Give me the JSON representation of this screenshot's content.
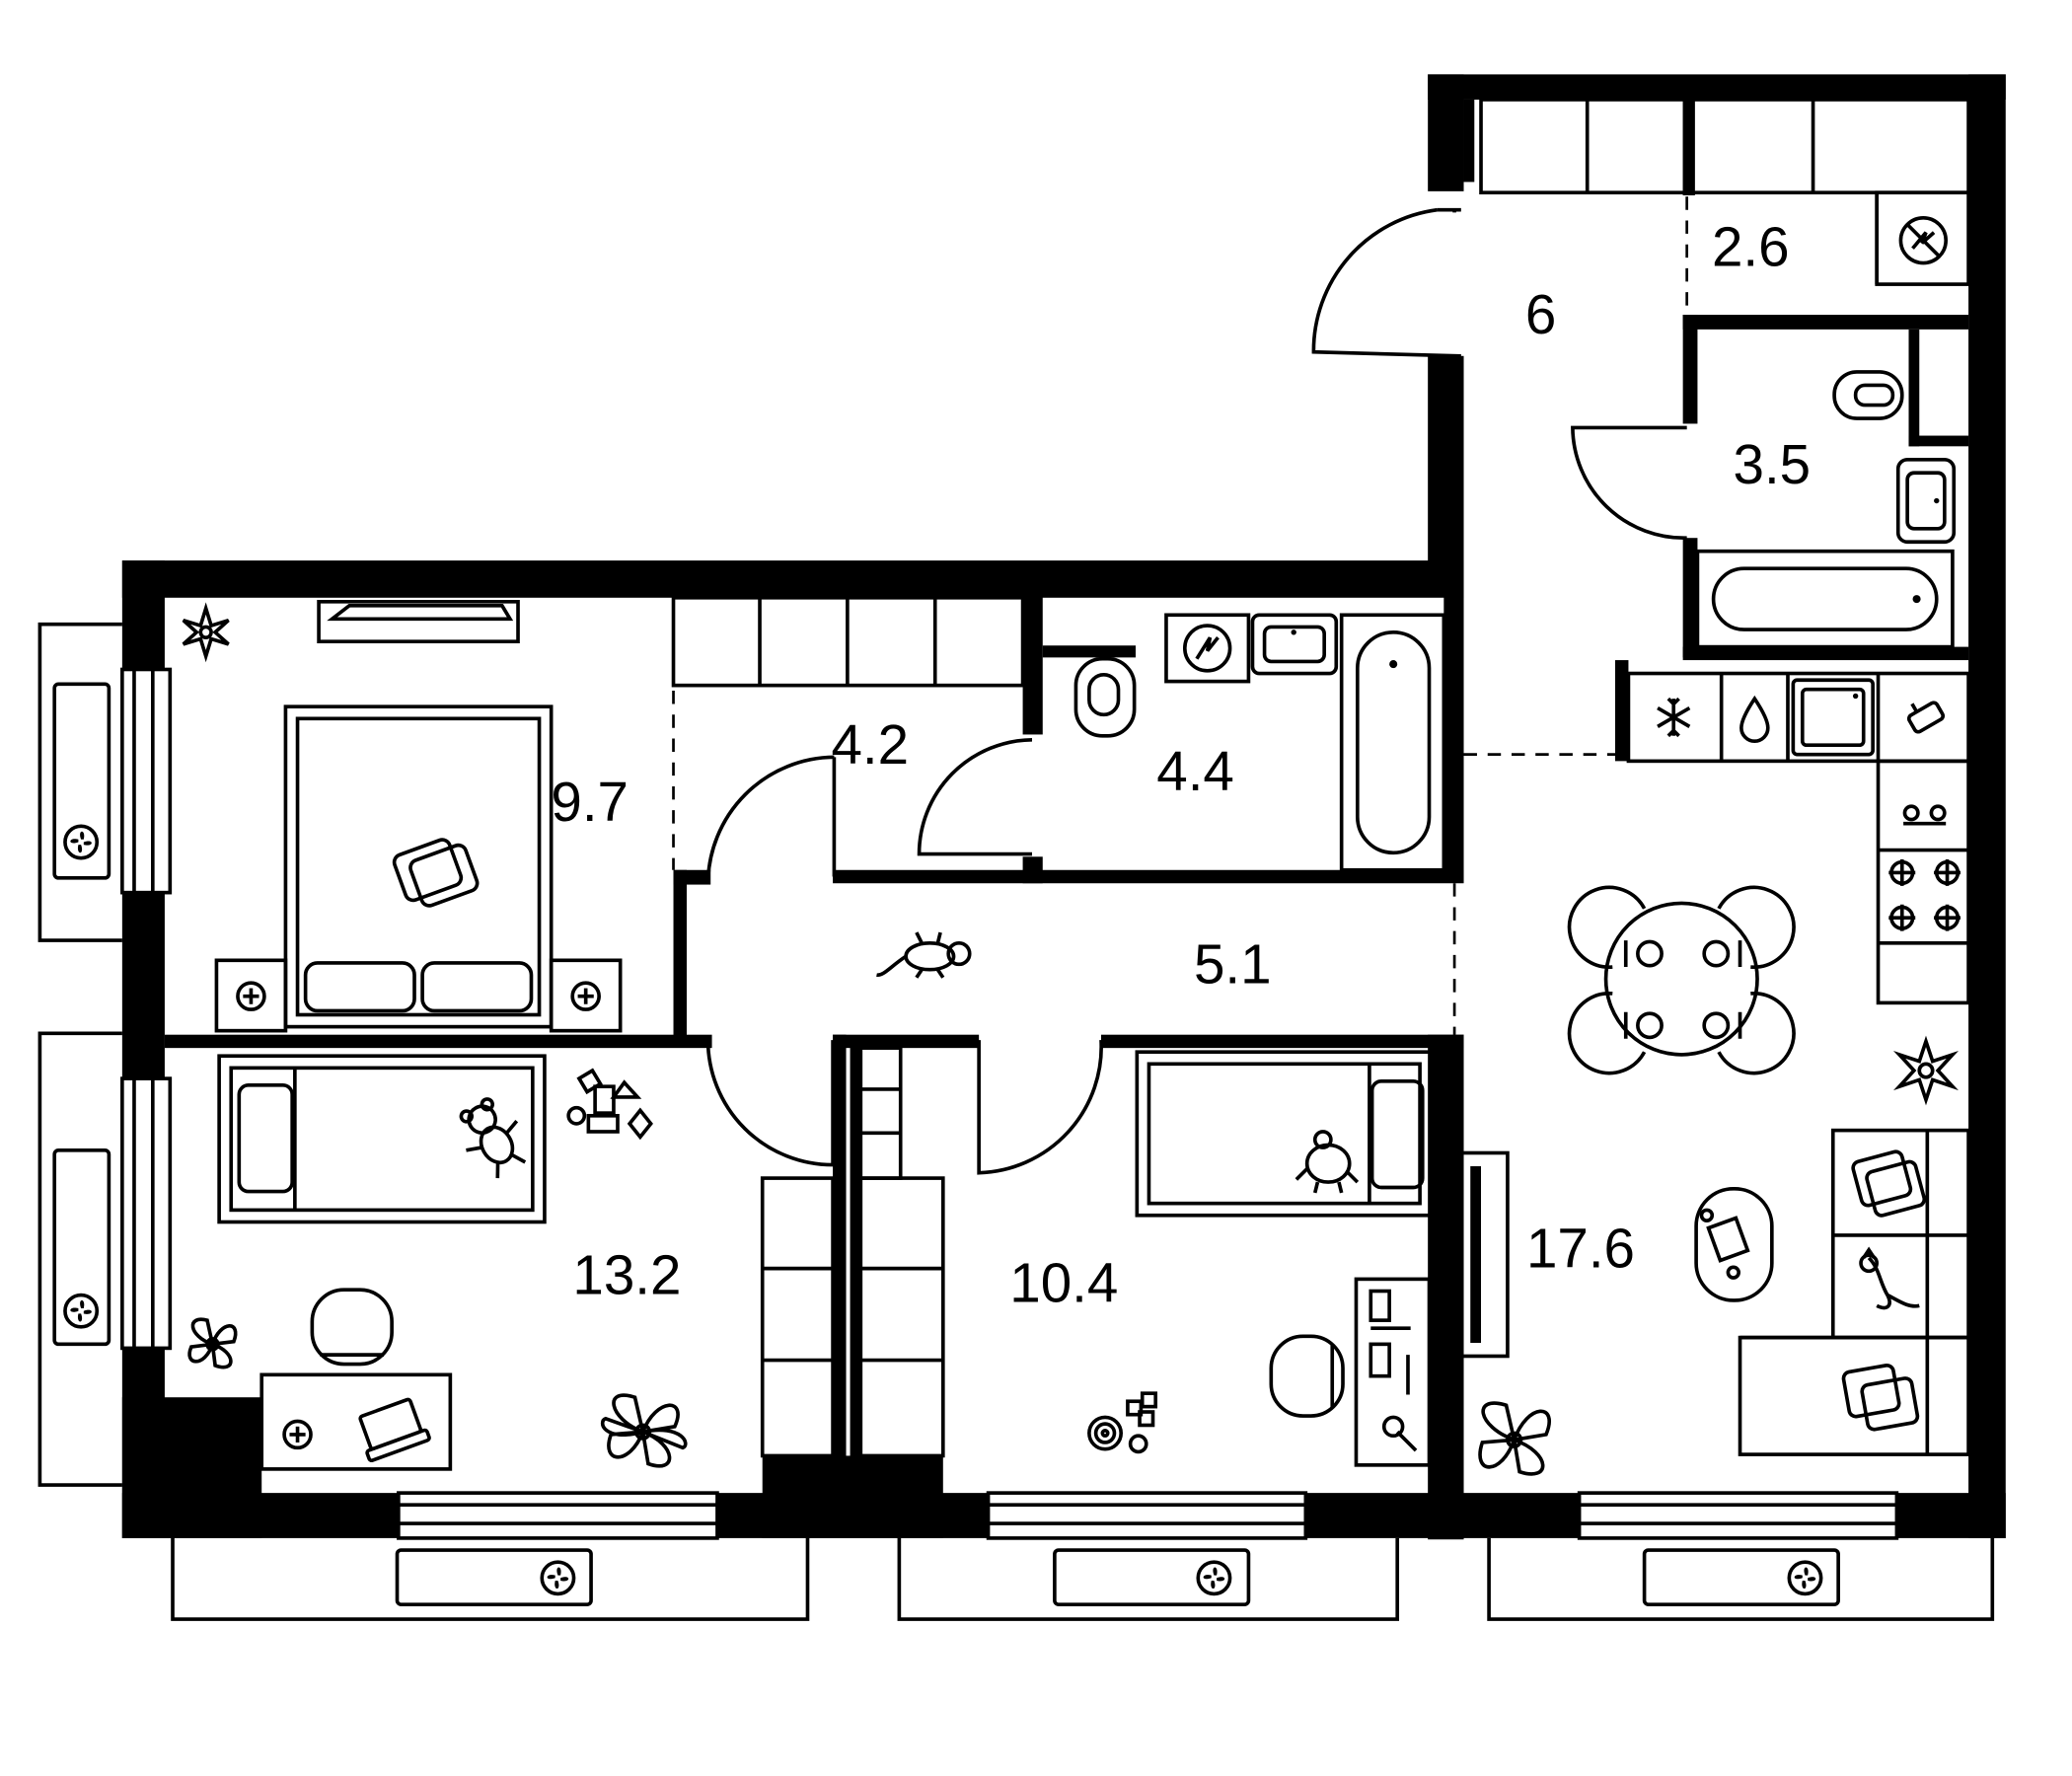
{
  "plan": {
    "rooms": [
      {
        "id": "hall",
        "area": "6"
      },
      {
        "id": "storage",
        "area": "2.6"
      },
      {
        "id": "bath-upper",
        "area": "3.5"
      },
      {
        "id": "bedroom",
        "area": "9.7"
      },
      {
        "id": "closet",
        "area": "4.2"
      },
      {
        "id": "bath-lower",
        "area": "4.4"
      },
      {
        "id": "corridor",
        "area": "5.1"
      },
      {
        "id": "kids-room-left",
        "area": "13.2"
      },
      {
        "id": "kids-room-right",
        "area": "10.4"
      },
      {
        "id": "kitchen-living",
        "area": "17.6"
      }
    ],
    "colors": {
      "wall": "#000000",
      "background": "#ffffff"
    }
  }
}
